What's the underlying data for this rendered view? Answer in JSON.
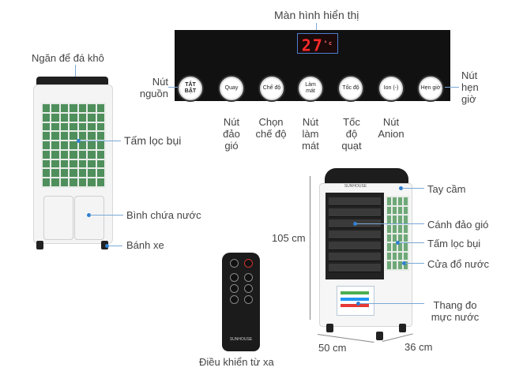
{
  "display_title": "Màn hình hiển thị",
  "display_value": "27",
  "display_unit": "°c",
  "panel_buttons": [
    {
      "text": "TẮT BẬT"
    },
    {
      "text": "Quay"
    },
    {
      "text": "Chế độ"
    },
    {
      "text": "Làm mát"
    },
    {
      "text": "Tốc độ"
    },
    {
      "text": "Ion (-)"
    },
    {
      "text": "Hẹn giờ"
    }
  ],
  "panel_labels": {
    "power": "Nút nguồn",
    "swing": "Nút đảo gió",
    "mode": "Chọn chế độ",
    "cool": "Nút làm mát",
    "speed": "Tốc độ quạt",
    "anion": "Nút Anion",
    "timer": "Nút hẹn giờ"
  },
  "left_labels": {
    "ice": "Ngăn để đá khô",
    "filter": "Tấm lọc bụi",
    "tank": "Bình chứa nước",
    "wheel": "Bánh xe"
  },
  "remote_label": "Điều khiển từ xa",
  "brand": "SUNHOUSE",
  "right_labels": {
    "handle": "Tay cầm",
    "louver": "Cánh đảo gió",
    "filter": "Tấm lọc bụi",
    "drain": "Cửa đổ nước",
    "gauge": "Thang đo mực nước"
  },
  "dimensions": {
    "height": "105 cm",
    "width": "50 cm",
    "depth": "36 cm"
  },
  "colors": {
    "accent_line": "#7aa9d6",
    "accent_dot": "#2f7fd0",
    "display_digits": "#ff2a2a",
    "filter_green": "#4f8f5c"
  }
}
